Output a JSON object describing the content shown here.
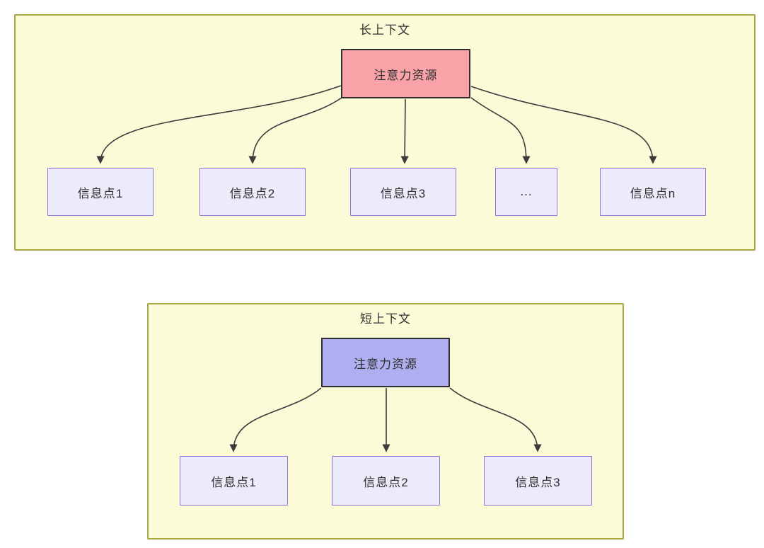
{
  "colors": {
    "page_bg": "#FFFFFF",
    "container_fill": "#FBFBD8",
    "container_border": "#A6A643",
    "attention_long_fill": "#F9A3A8",
    "attention_short_fill": "#AEAEF0",
    "attention_border": "#2D2D2D",
    "info_fill": "#EBEBFB",
    "info_border": "#8E70D8",
    "arrow": "#3C3C3C",
    "text": "#303030"
  },
  "long_context": {
    "title": "长上下文",
    "attention_label": "注意力资源",
    "info_points": [
      "信息点1",
      "信息点2",
      "信息点3",
      "...",
      "信息点n"
    ]
  },
  "short_context": {
    "title": "短上下文",
    "attention_label": "注意力资源",
    "info_points": [
      "信息点1",
      "信息点2",
      "信息点3"
    ]
  }
}
